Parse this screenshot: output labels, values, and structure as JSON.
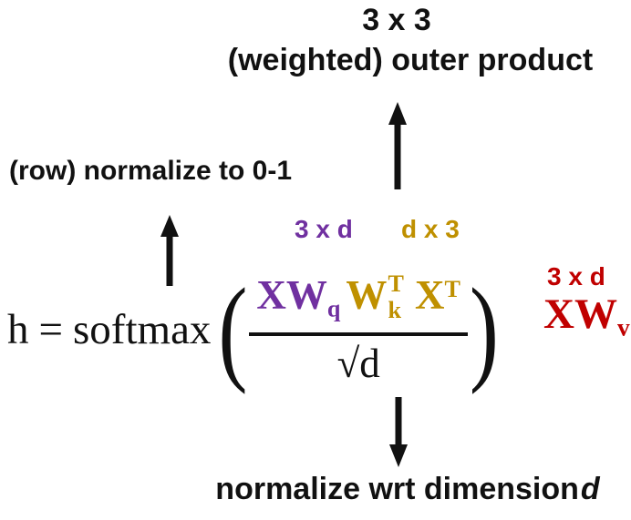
{
  "colors": {
    "purple": "#7030A0",
    "gold": "#BF9000",
    "red": "#C00000",
    "ink": "#111111",
    "background": "#ffffff"
  },
  "annotations": {
    "top_dim": "3 x 3",
    "top_caption": "(weighted) outer product",
    "left_caption": "(row) normalize to 0-1",
    "bottom_caption_prefix": "normalize wrt dimension",
    "bottom_caption_italic": "d",
    "q_dim": "3 x d",
    "k_dim": "d x 3",
    "v_dim": "3 x d"
  },
  "formula": {
    "lhs": "h",
    "equals": "=",
    "function": "softmax",
    "open_paren": "(",
    "close_paren": ")",
    "numerator": {
      "q_base": "XW",
      "q_sub": "q",
      "k_base": "W",
      "k_sup": "T",
      "k_sub": "k",
      "x_base": "X",
      "x_sup": "T"
    },
    "denominator": "√d",
    "v_base": "XW",
    "v_sub": "v"
  }
}
